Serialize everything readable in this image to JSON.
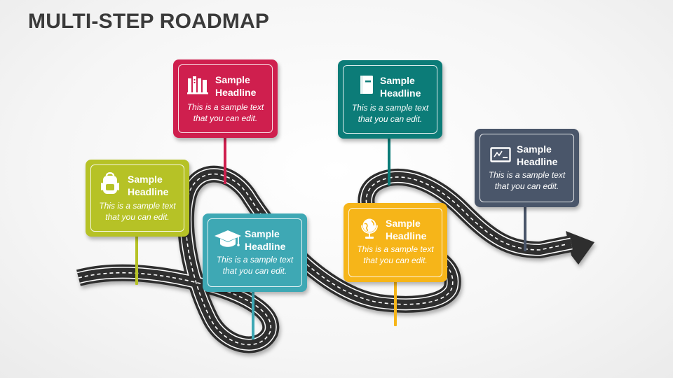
{
  "title": "MULTI-STEP ROADMAP",
  "colors": {
    "road": "#2f2f2f",
    "road_lines": "#ffffff",
    "step1": "#b6c226",
    "step2": "#cf1f4e",
    "step3": "#3ea8b4",
    "step4": "#0c7c78",
    "step5": "#f6b519",
    "step6": "#4a566a"
  },
  "steps": [
    {
      "headline_line1": "Sample",
      "headline_line2": "Headline",
      "text_line1": "This is a sample text",
      "text_line2": "that you can edit.",
      "icon": "backpack-icon"
    },
    {
      "headline_line1": "Sample",
      "headline_line2": "Headline",
      "text_line1": "This is a sample text",
      "text_line2": "that you can edit.",
      "icon": "books-icon"
    },
    {
      "headline_line1": "Sample",
      "headline_line2": "Headline",
      "text_line1": "This is a sample text",
      "text_line2": "that you can edit.",
      "icon": "graduation-cap-icon"
    },
    {
      "headline_line1": "Sample",
      "headline_line2": "Headline",
      "text_line1": "This is a sample text",
      "text_line2": "that you can edit.",
      "icon": "notebook-icon"
    },
    {
      "headline_line1": "Sample",
      "headline_line2": "Headline",
      "text_line1": "This is a sample text",
      "text_line2": "that you can edit.",
      "icon": "globe-icon"
    },
    {
      "headline_line1": "Sample",
      "headline_line2": "Headline",
      "text_line1": "This is a sample text",
      "text_line2": "that you can edit.",
      "icon": "chalkboard-icon"
    }
  ]
}
